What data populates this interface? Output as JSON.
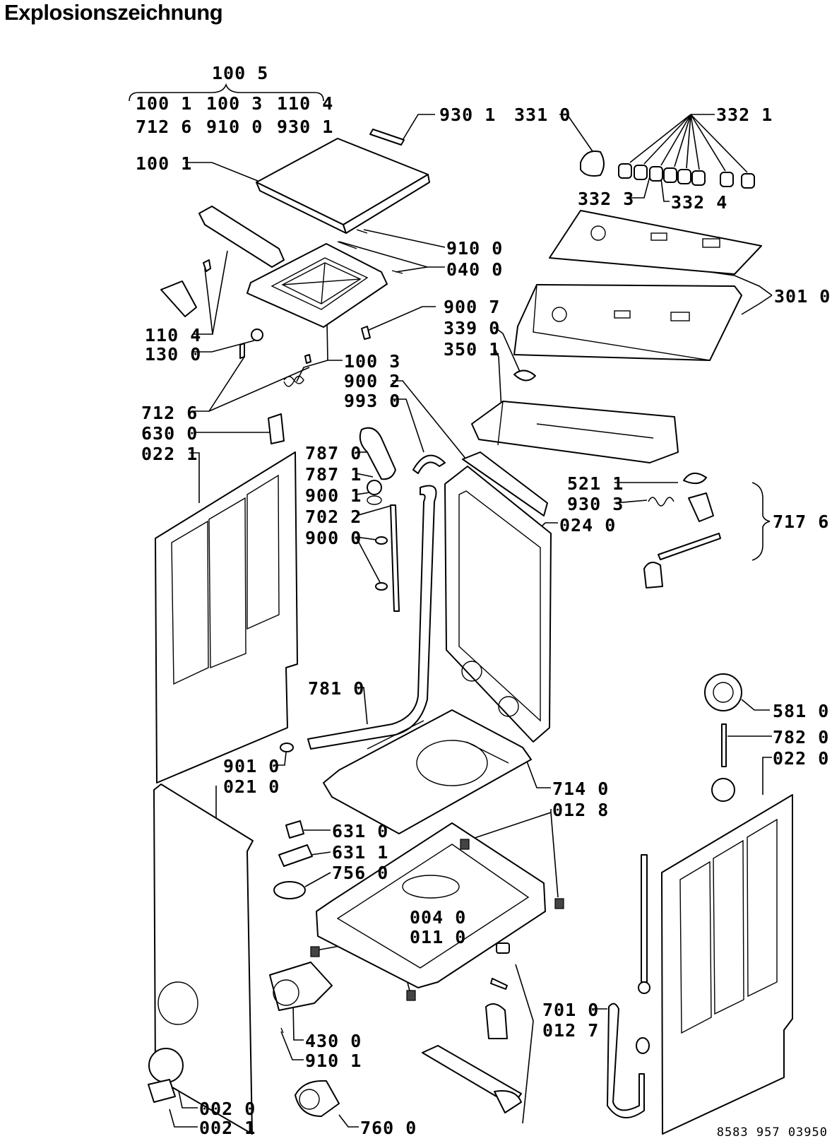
{
  "title": "Explosionszeichnung",
  "document_number": "8583 957 03950",
  "labels": {
    "l_1005": "100 5",
    "l_1001_top": "100 1",
    "l_1003_top": "100 3",
    "l_1104_top": "110 4",
    "l_7126_top": "712 6",
    "l_9100_top": "910 0",
    "l_9301_top": "930 1",
    "l_1001": "100 1",
    "l_9301": "930 1",
    "l_3310": "331 0",
    "l_3321": "332 1",
    "l_3323": "332 3",
    "l_3324": "332 4",
    "l_9100": "910 0",
    "l_0400": "040 0",
    "l_3010": "301 0",
    "l_9007": "900 7",
    "l_3390": "339 0",
    "l_3501": "350 1",
    "l_1104": "110 4",
    "l_1300": "130 0",
    "l_1003": "100 3",
    "l_9002": "900 2",
    "l_9930": "993 0",
    "l_7126": "712 6",
    "l_6300": "630 0",
    "l_0221": "022 1",
    "l_7870": "787 0",
    "l_7871": "787 1",
    "l_9001": "900 1",
    "l_7022": "702 2",
    "l_9000": "900 0",
    "l_5211": "521 1",
    "l_9303": "930 3",
    "l_0240": "024 0",
    "l_7176": "717 6",
    "l_7810": "781 0",
    "l_5810": "581 0",
    "l_7820": "782 0",
    "l_0220": "022 0",
    "l_9010": "901 0",
    "l_0210": "021 0",
    "l_7140": "714 0",
    "l_0128": "012 8",
    "l_6310": "631 0",
    "l_6311": "631 1",
    "l_7560": "756 0",
    "l_0040": "004 0",
    "l_0110": "011 0",
    "l_7010": "701 0",
    "l_0127": "012 7",
    "l_4300": "430 0",
    "l_9101": "910 1",
    "l_0020": "002 0",
    "l_0021": "002 1",
    "l_7600": "760 0"
  }
}
